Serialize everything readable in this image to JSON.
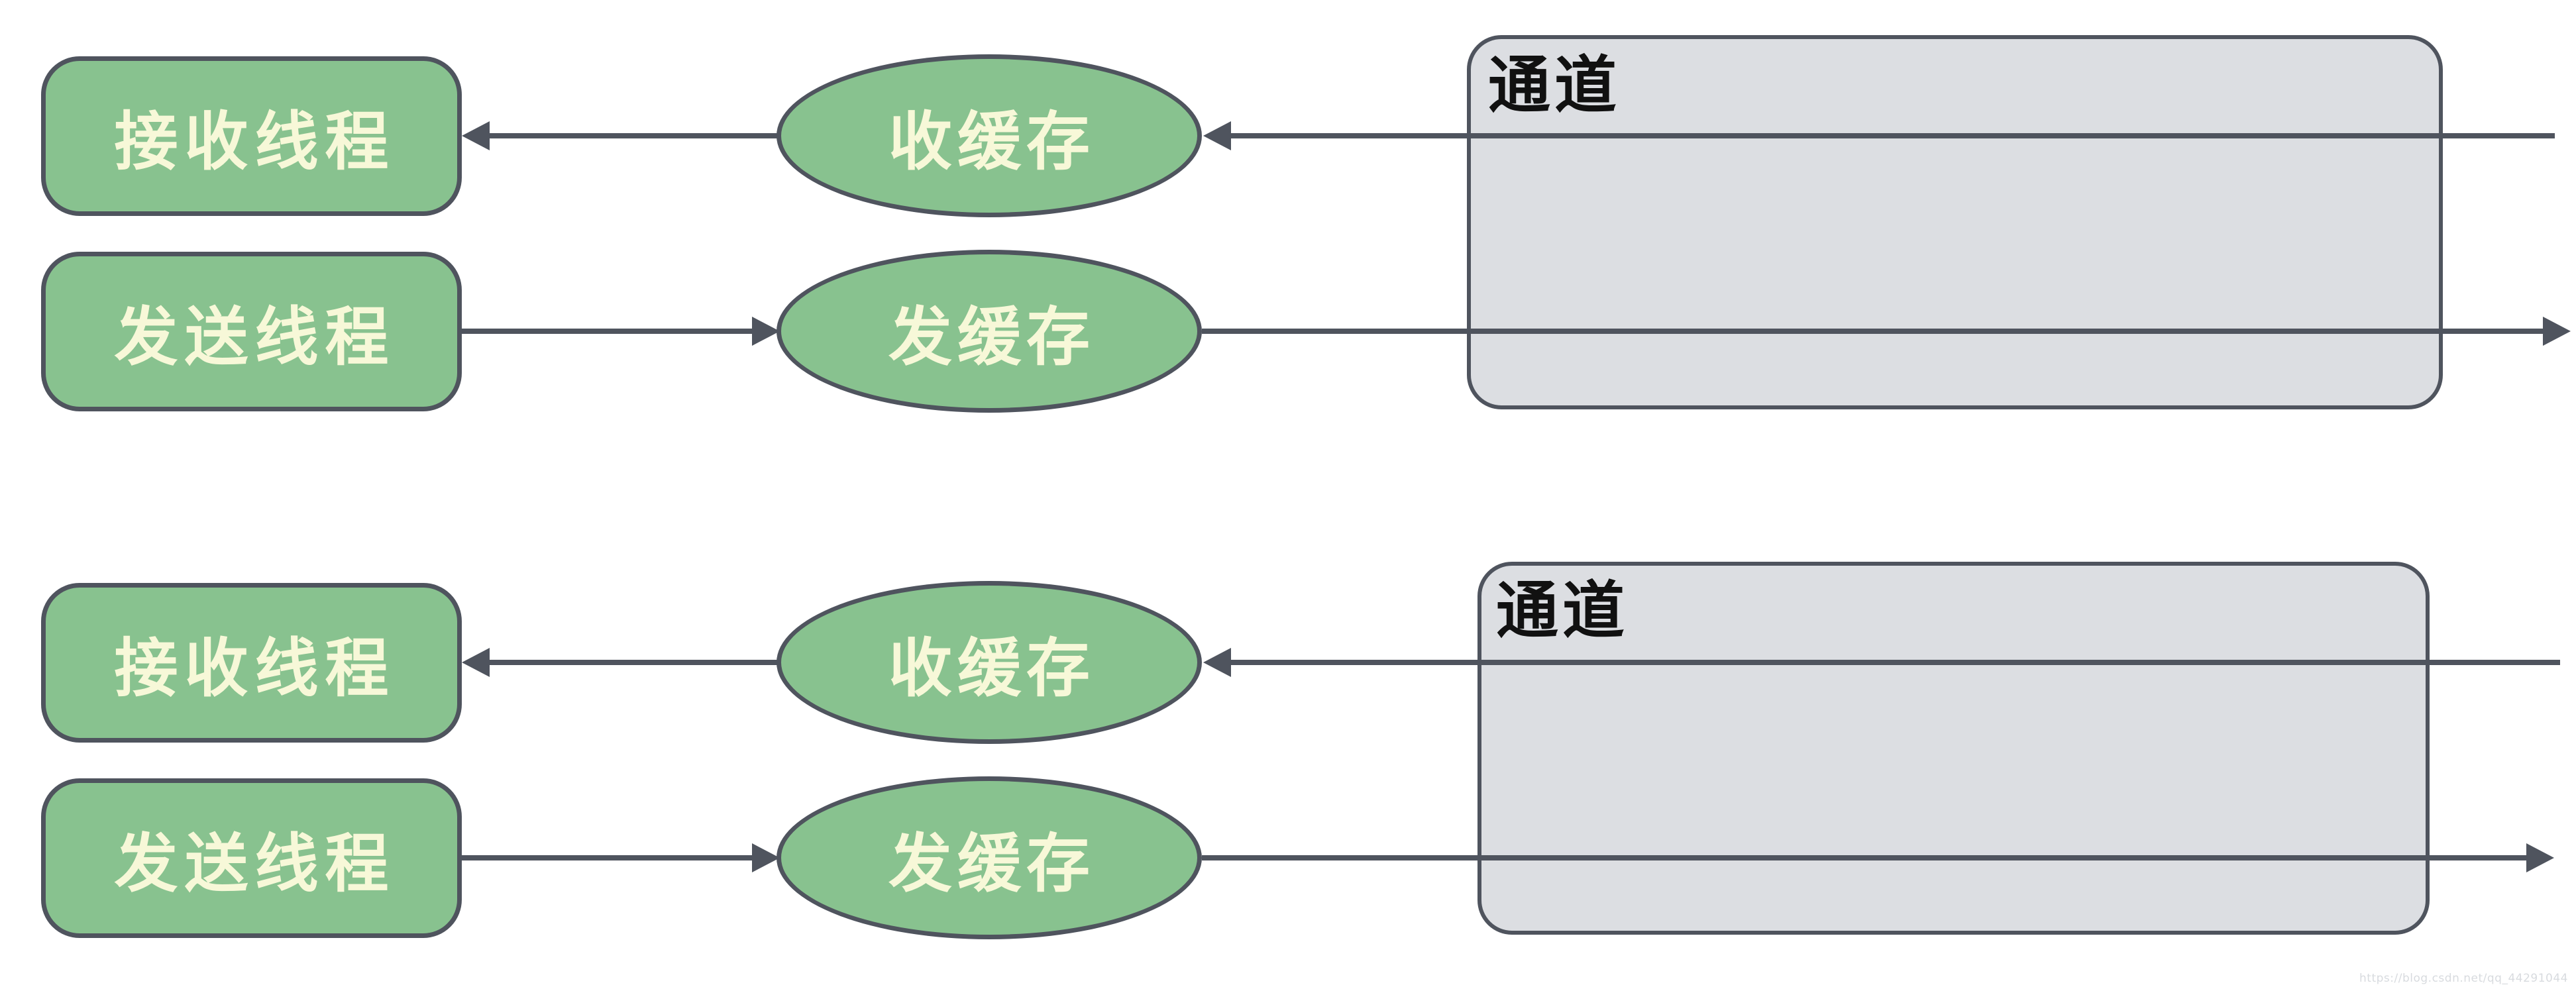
{
  "colors": {
    "node_fill": "#88c28f",
    "node_border": "#4f545e",
    "node_text": "#f7f8d8",
    "channel_fill": "#dcdee2",
    "channel_border": "#4f545e",
    "channel_text": "#111111",
    "arrow": "#4f545e",
    "watermark": "#d8dbdf",
    "page_bg": "#ffffff"
  },
  "groups": [
    {
      "receive_thread": "接收线程",
      "send_thread": "发送线程",
      "receive_buffer": "收缓存",
      "send_buffer": "发缓存",
      "channel": "通道"
    },
    {
      "receive_thread": "接收线程",
      "send_thread": "发送线程",
      "receive_buffer": "收缓存",
      "send_buffer": "发缓存",
      "channel": "通道"
    }
  ],
  "watermark": "https://blog.csdn.net/qq_44291044"
}
